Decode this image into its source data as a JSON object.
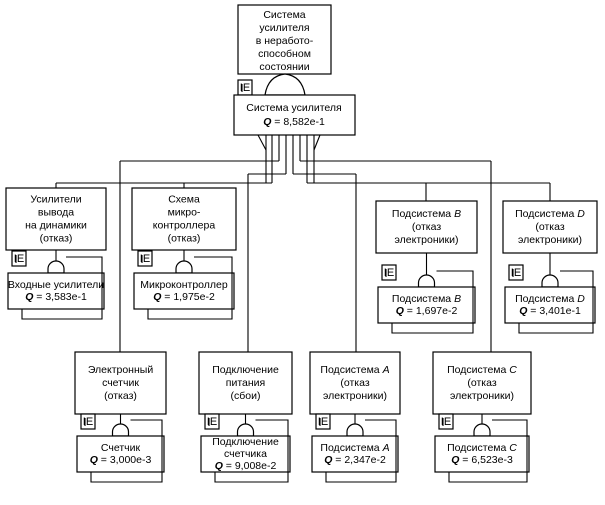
{
  "gate_symbol": "IE",
  "top_event": {
    "lines": [
      "Система",
      "усилителя",
      "в неработо-",
      "способном",
      "состоянии"
    ]
  },
  "root": {
    "name_lines": [
      [
        "Система усилителя"
      ]
    ],
    "prob_lines": [
      [
        [
          "Q",
          true,
          true
        ],
        [
          " = 8,582e-1",
          false,
          false
        ]
      ]
    ]
  },
  "branches": {
    "output": {
      "desc_lines": [
        [
          [
            "Усилители"
          ]
        ],
        [
          [
            "вывода"
          ]
        ],
        [
          [
            "на динамики"
          ]
        ],
        [
          [
            "(отказ)"
          ]
        ]
      ],
      "name_lines": [
        [
          [
            "Входные усилители",
            false,
            false
          ]
        ]
      ],
      "prob_lines": [
        [
          [
            "Q",
            true,
            true
          ],
          [
            " = 3,583e-1",
            false,
            false
          ]
        ]
      ]
    },
    "micro": {
      "desc_lines": [
        [
          [
            "Схема"
          ]
        ],
        [
          [
            "микро-"
          ]
        ],
        [
          [
            "контроллера"
          ]
        ],
        [
          [
            "(отказ)"
          ]
        ]
      ],
      "name_lines": [
        [
          [
            "Микроконтроллер",
            false,
            false
          ]
        ]
      ],
      "prob_lines": [
        [
          [
            "Q",
            true,
            true
          ],
          [
            " = 1,975e-2",
            false,
            false
          ]
        ]
      ]
    },
    "sub_b": {
      "desc_lines": [
        [
          [
            "Подсистема ",
            false,
            false
          ],
          [
            "B",
            false,
            true
          ]
        ],
        [
          [
            "(отказ"
          ]
        ],
        [
          [
            "электроники)"
          ]
        ]
      ],
      "name_lines": [
        [
          [
            "Подсистема ",
            false,
            false
          ],
          [
            "B",
            false,
            true
          ]
        ]
      ],
      "prob_lines": [
        [
          [
            "Q",
            true,
            true
          ],
          [
            " = 1,697e-2",
            false,
            false
          ]
        ]
      ]
    },
    "sub_d": {
      "desc_lines": [
        [
          [
            "Подсистема ",
            false,
            false
          ],
          [
            "D",
            false,
            true
          ]
        ],
        [
          [
            "(отказ"
          ]
        ],
        [
          [
            "электроники)"
          ]
        ]
      ],
      "name_lines": [
        [
          [
            "Подсистема ",
            false,
            false
          ],
          [
            "D",
            false,
            true
          ]
        ]
      ],
      "prob_lines": [
        [
          [
            "Q",
            true,
            true
          ],
          [
            " = 3,401e-1",
            false,
            false
          ]
        ]
      ]
    },
    "counter": {
      "desc_lines": [
        [
          [
            "Электронный"
          ]
        ],
        [
          [
            "счетчик"
          ]
        ],
        [
          [
            "(отказ)"
          ]
        ]
      ],
      "name_lines": [
        [
          [
            "Счетчик",
            false,
            false
          ]
        ]
      ],
      "prob_lines": [
        [
          [
            "Q",
            true,
            true
          ],
          [
            " = 3,000e-3",
            false,
            false
          ]
        ]
      ]
    },
    "power": {
      "desc_lines": [
        [
          [
            "Подключение"
          ]
        ],
        [
          [
            "питания"
          ]
        ],
        [
          [
            "(сбои)"
          ]
        ]
      ],
      "name_lines": [
        [
          [
            "Подключение",
            false,
            false
          ]
        ],
        [
          [
            "счетчика",
            false,
            false
          ]
        ]
      ],
      "prob_lines": [
        [
          [
            "Q",
            true,
            true
          ],
          [
            " = 9,008e-2",
            false,
            false
          ]
        ]
      ]
    },
    "sub_a": {
      "desc_lines": [
        [
          [
            "Подсистема ",
            false,
            false
          ],
          [
            "A",
            false,
            true
          ]
        ],
        [
          [
            "(отказ"
          ]
        ],
        [
          [
            "электроники)"
          ]
        ]
      ],
      "name_lines": [
        [
          [
            "Подсистема ",
            false,
            false
          ],
          [
            "A",
            false,
            true
          ]
        ]
      ],
      "prob_lines": [
        [
          [
            "Q",
            true,
            true
          ],
          [
            " = 2,347e-2",
            false,
            false
          ]
        ]
      ]
    },
    "sub_c": {
      "desc_lines": [
        [
          [
            "Подсистема ",
            false,
            false
          ],
          [
            "C",
            false,
            true
          ]
        ],
        [
          [
            "(отказ"
          ]
        ],
        [
          [
            "электроники)"
          ]
        ]
      ],
      "name_lines": [
        [
          [
            "Подсистема ",
            false,
            false
          ],
          [
            "C",
            false,
            true
          ]
        ]
      ],
      "prob_lines": [
        [
          [
            "Q",
            true,
            true
          ],
          [
            " = 6,523e-3",
            false,
            false
          ]
        ]
      ]
    }
  }
}
